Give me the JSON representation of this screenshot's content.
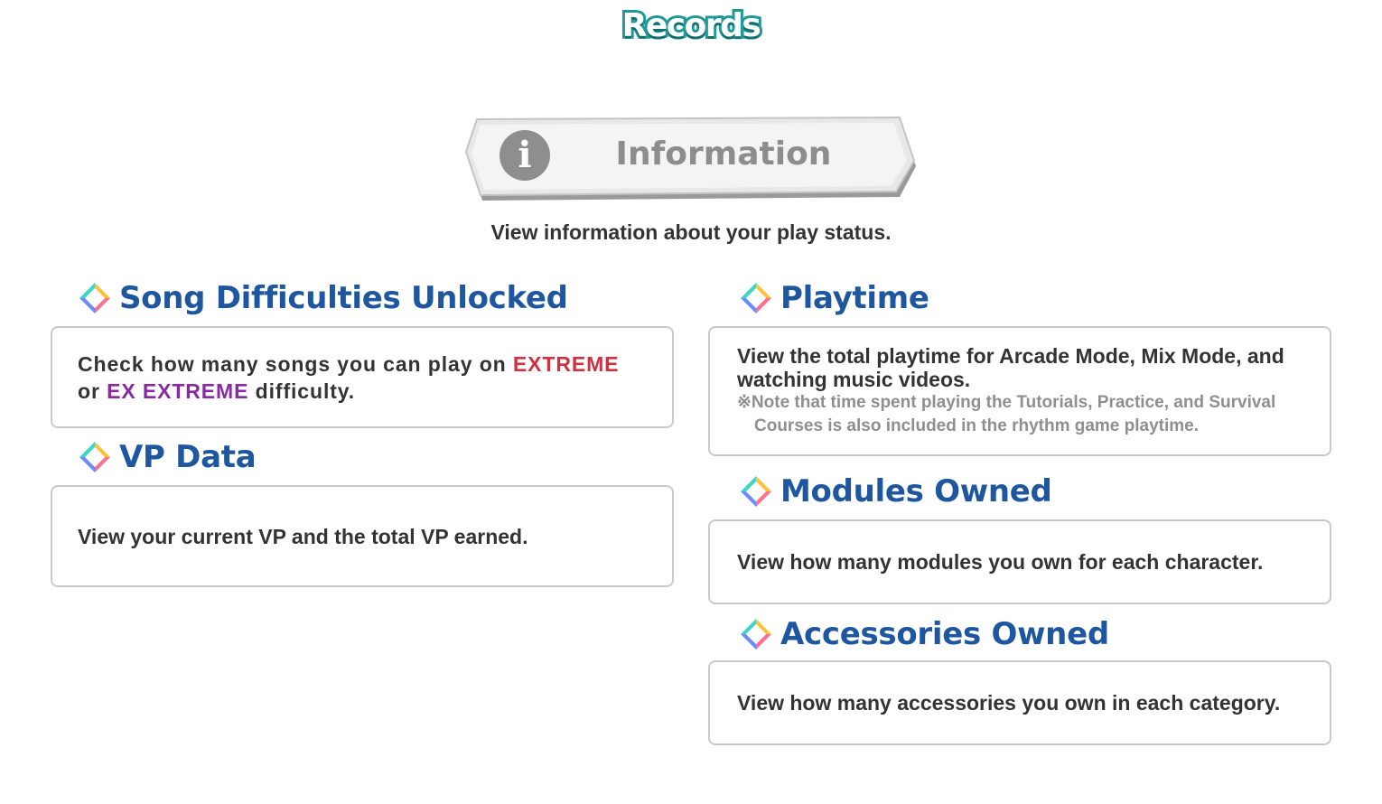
{
  "header": {
    "title": "Records"
  },
  "banner": {
    "icon": "info-icon",
    "icon_glyph": "i",
    "label": "Information"
  },
  "subtitle": "View information about your play status.",
  "sections": {
    "song_difficulties": {
      "icon": "diamond-icon",
      "heading": "Song Difficulties Unlocked",
      "text_part1": "Check how many songs you can play on ",
      "extreme": "EXTREME",
      "text_part2": "or ",
      "ex_extreme": "EX EXTREME",
      "text_part3": " difficulty."
    },
    "vp_data": {
      "icon": "diamond-icon",
      "heading": "VP Data",
      "text": "View your current VP and the total VP earned."
    },
    "playtime": {
      "icon": "diamond-icon",
      "heading": "Playtime",
      "text_line1": "View the total playtime for Arcade Mode, Mix Mode, and",
      "text_line2": "watching music videos.",
      "note_line1": "※Note that time spent playing the Tutorials, Practice, and Survival",
      "note_line2": "Courses is also included in the rhythm game playtime."
    },
    "modules_owned": {
      "icon": "diamond-icon",
      "heading": "Modules Owned",
      "text": "View how many modules you own for each character."
    },
    "accessories_owned": {
      "icon": "diamond-icon",
      "heading": "Accessories Owned",
      "text": "View how many accessories you own in each category."
    }
  },
  "colors": {
    "title_outline": "#1f9a98",
    "heading": "#1e56a0",
    "extreme": "#d03040",
    "ex_extreme": "#8a2aa0",
    "note": "#8f8f8f",
    "card_border": "#c9c9c9"
  }
}
